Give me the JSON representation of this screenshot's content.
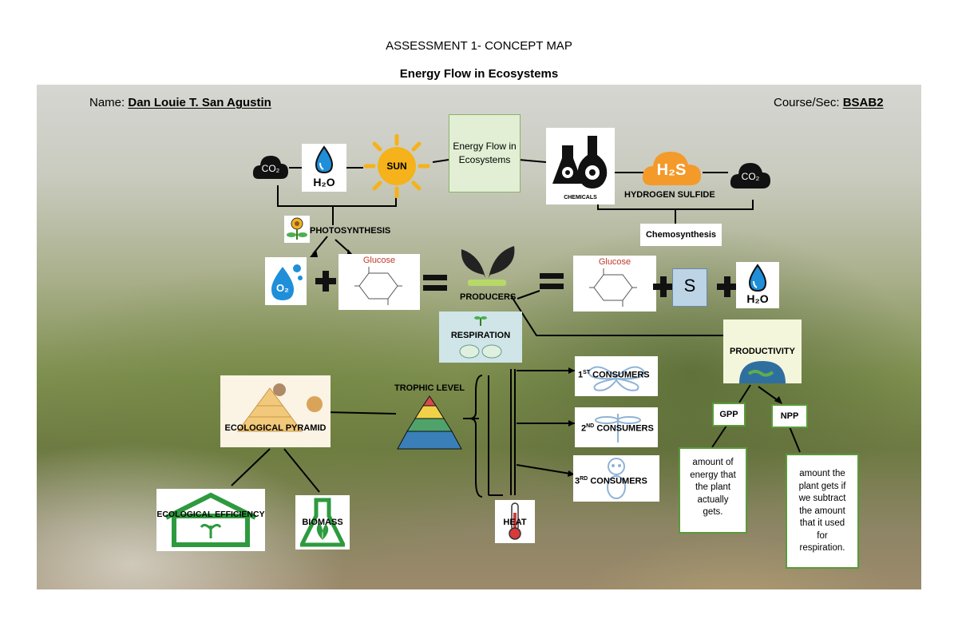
{
  "header": {
    "title": "ASSESSMENT 1- CONCEPT MAP",
    "subtitle": "Energy Flow in Ecosystems"
  },
  "student": {
    "name_label": "Name:",
    "name_value": "Dan Louie T. San Agustin",
    "course_label": "Course/Sec:",
    "course_value": "BSAB2"
  },
  "nodes": {
    "center": "Energy Flow in Ecosystems",
    "co2_left": "CO₂",
    "h2o_left": "H₂O",
    "sun": "SUN",
    "chemicals": "CHEMICALS",
    "h2s": "H₂S",
    "hydrogen_sulfide": "HYDROGEN SULFIDE",
    "co2_right": "CO₂",
    "photosynthesis": "PHOTOSYNTHESIS",
    "chemosynthesis": "Chemosynthesis",
    "o2": "O₂",
    "glucose_left": "Glucose",
    "glucose_right": "Glucose",
    "sulfur": "S",
    "h2o_right": "H₂O",
    "producers": "PRODUCERS",
    "respiration": "RESPIRATION",
    "productivity": "PRODUCTIVITY",
    "trophic_level": "TROPHIC LEVEL",
    "ecological_pyramid": "ECOLOGICAL PYRAMID",
    "consumers_1_num": "1",
    "consumers_1_sup": "ST",
    "consumers_1": "CONSUMERS",
    "consumers_2_num": "2",
    "consumers_2_sup": "ND",
    "consumers_2": "CONSUMERS",
    "consumers_3_num": "3",
    "consumers_3_sup": "RD",
    "consumers_3": "CONSUMERS",
    "gpp": "GPP",
    "npp": "NPP",
    "gpp_desc": "amount of energy that the plant actually gets.",
    "npp_desc": "amount the plant gets if we subtract the amount that it used for respiration.",
    "ecological_efficiency": "ECOLOGICAL EFFICIENCY",
    "biomass": "BIOMASS",
    "heat": "HEAT"
  },
  "colors": {
    "sun": "#f5b21b",
    "water": "#1f8fd9",
    "h2s_cloud": "#f39a2b",
    "green_border": "#5a9a3a",
    "center_fill": "#e2efd4",
    "respiration_fill": "#cfe5e8",
    "consumer_blue": "#8fb3d6"
  }
}
